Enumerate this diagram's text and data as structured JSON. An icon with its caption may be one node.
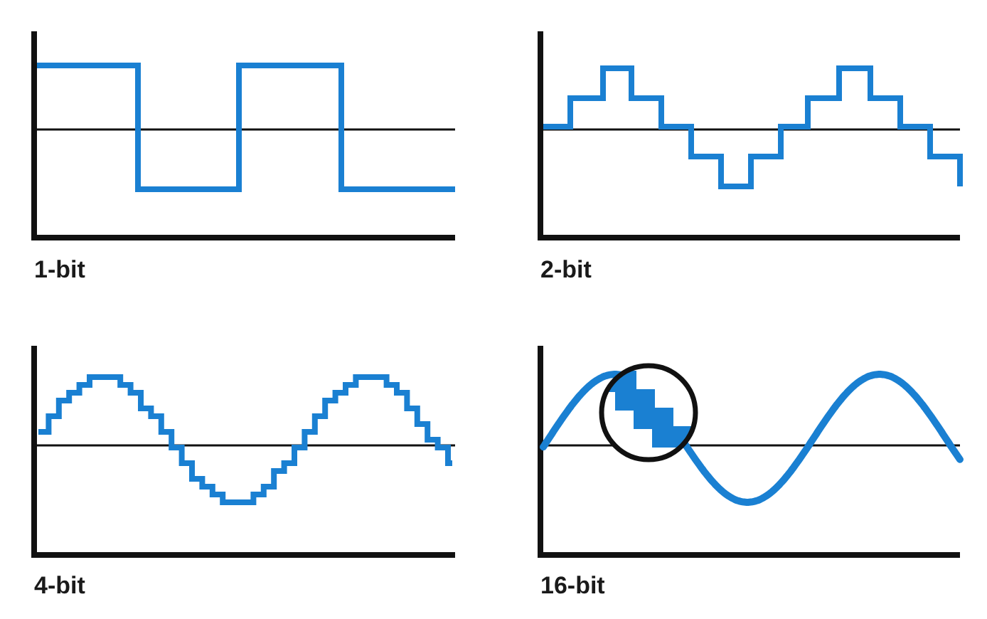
{
  "diagram": {
    "labels": [
      "1-bit",
      "2-bit",
      "4-bit",
      "16-bit"
    ]
  }
}
